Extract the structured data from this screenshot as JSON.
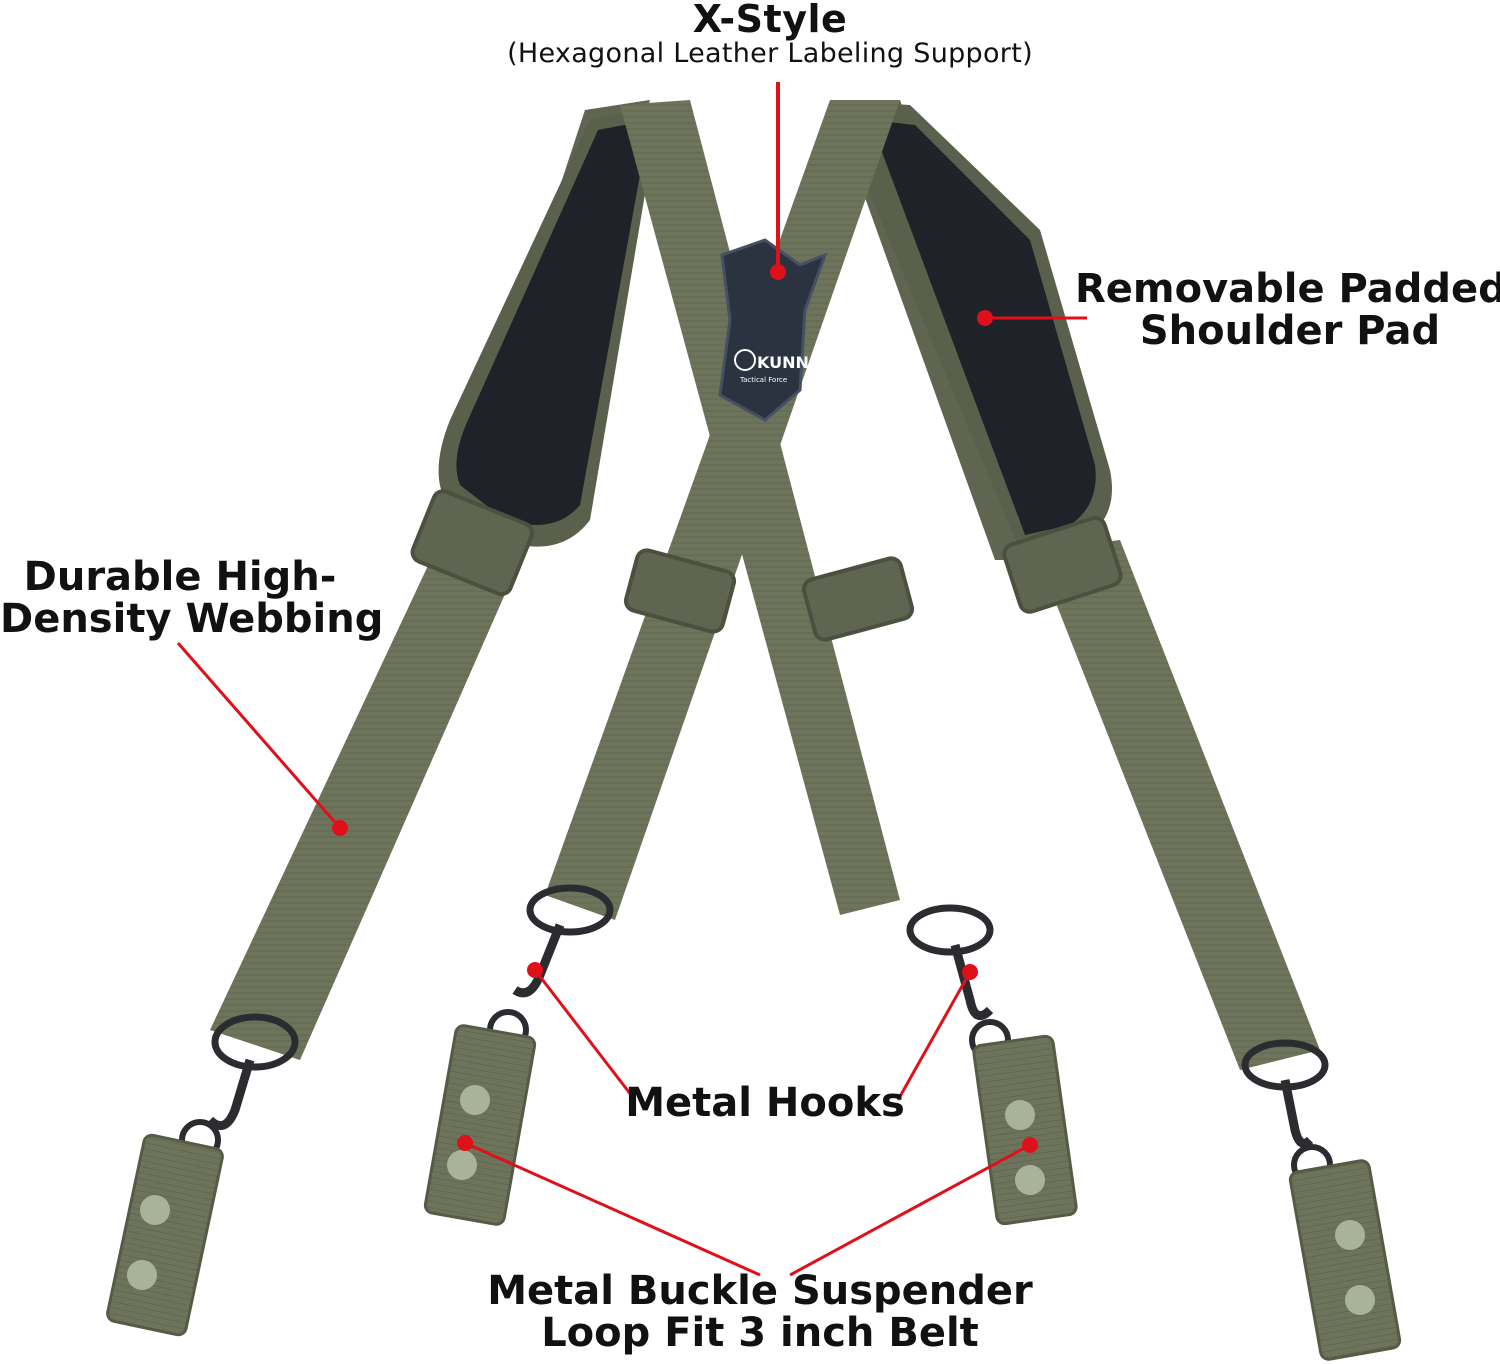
{
  "colors": {
    "webbing": "#6e745b",
    "webbing_dark": "#565b46",
    "pad": "#20232a",
    "leather": "#2b3240",
    "callout": "#e0101a",
    "metal": "#2a2c30",
    "snap": "#a9b39a"
  },
  "labels": {
    "x_style_title": "X-Style",
    "x_style_subtitle": "(Hexagonal Leather Labeling Support)",
    "shoulder_line1": "Removable Padded",
    "shoulder_line2": "Shoulder Pad",
    "webbing_line1": "Durable High-",
    "webbing_line2": "Density Webbing",
    "hooks": "Metal Hooks",
    "buckle_line1": "Metal Buckle Suspender",
    "buckle_line2": "Loop Fit 3 inch Belt"
  },
  "logo": {
    "brand": "KUNN",
    "tagline": "Tactical Force"
  }
}
